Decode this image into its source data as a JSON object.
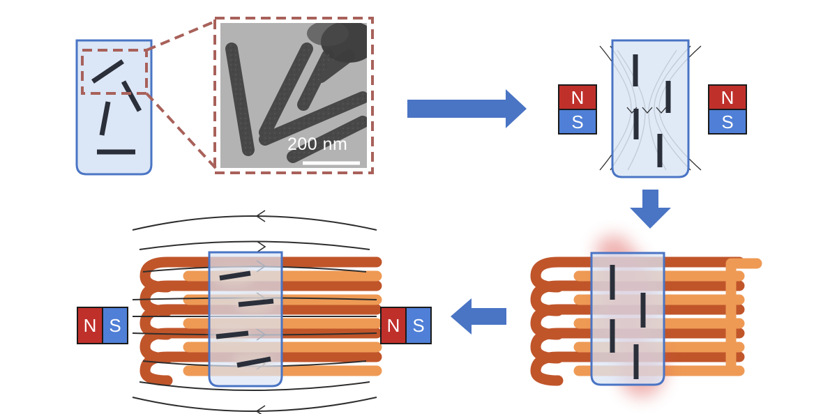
{
  "tem_scale_label": "200 nm",
  "magnets": {
    "top_left": {
      "north": "N",
      "south": "S"
    },
    "top_right": {
      "north": "N",
      "south": "S"
    },
    "bottom_left": {
      "north": "N",
      "south": "S"
    },
    "bottom_right": {
      "north": "N",
      "south": "S"
    }
  },
  "colors": {
    "outline_blue": "#4a74c4",
    "liquid_fill": "#dbe6f6",
    "arrow_blue": "#4a74c4",
    "magnet_north": "#c0302b",
    "magnet_south": "#4f7fd6",
    "zoom_box": "#a8615a",
    "coil_dark": "#c0552a",
    "coil_light": "#ee9a55",
    "field_line": "#2d2d2d",
    "heat_glow": "#d9534f"
  }
}
